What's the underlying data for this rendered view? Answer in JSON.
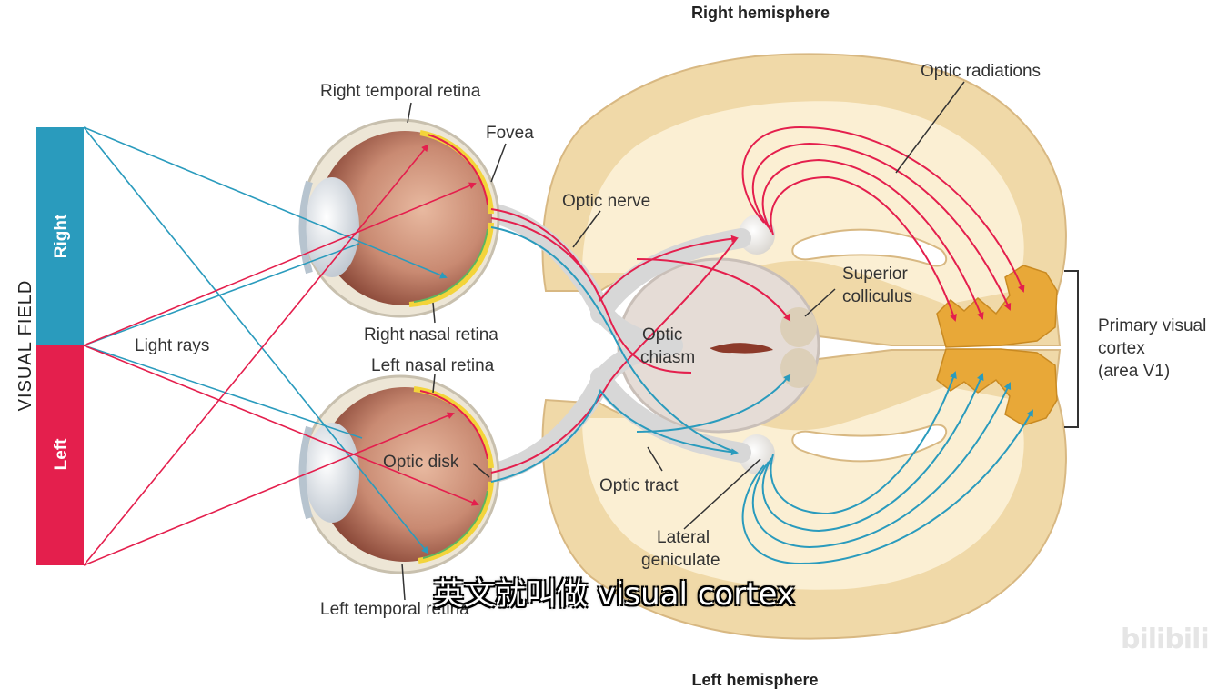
{
  "header": {
    "top_hemisphere": "Right hemisphere",
    "bottom_hemisphere": "Left hemisphere"
  },
  "visual_field": {
    "title": "VISUAL FIELD",
    "right": "Right",
    "left": "Left"
  },
  "labels": {
    "light_rays": "Light rays",
    "right_temporal_retina": "Right temporal retina",
    "fovea": "Fovea",
    "right_nasal_retina": "Right nasal retina",
    "left_nasal_retina": "Left nasal retina",
    "optic_disk": "Optic disk",
    "left_temporal_retina": "Left temporal retina",
    "optic_nerve": "Optic nerve",
    "optic_chiasm_1": "Optic",
    "optic_chiasm_2": "chiasm",
    "optic_tract": "Optic tract",
    "lateral_geniculate_1": "Lateral",
    "lateral_geniculate_2": "geniculate",
    "superior_colliculus_1": "Superior",
    "superior_colliculus_2": "colliculus",
    "optic_radiations": "Optic radiations",
    "primary_visual_cortex_1": "Primary visual",
    "primary_visual_cortex_2": "cortex",
    "primary_visual_cortex_3": "(area V1)"
  },
  "subtitle": "英文就叫做 visual cortex",
  "watermark": "bilibili",
  "colors": {
    "right_field": "#2a9bbd",
    "left_field": "#e41f4d",
    "cortex": "#f0d9a8",
    "white_matter": "#fbefd3",
    "v1": "#e8a838"
  }
}
